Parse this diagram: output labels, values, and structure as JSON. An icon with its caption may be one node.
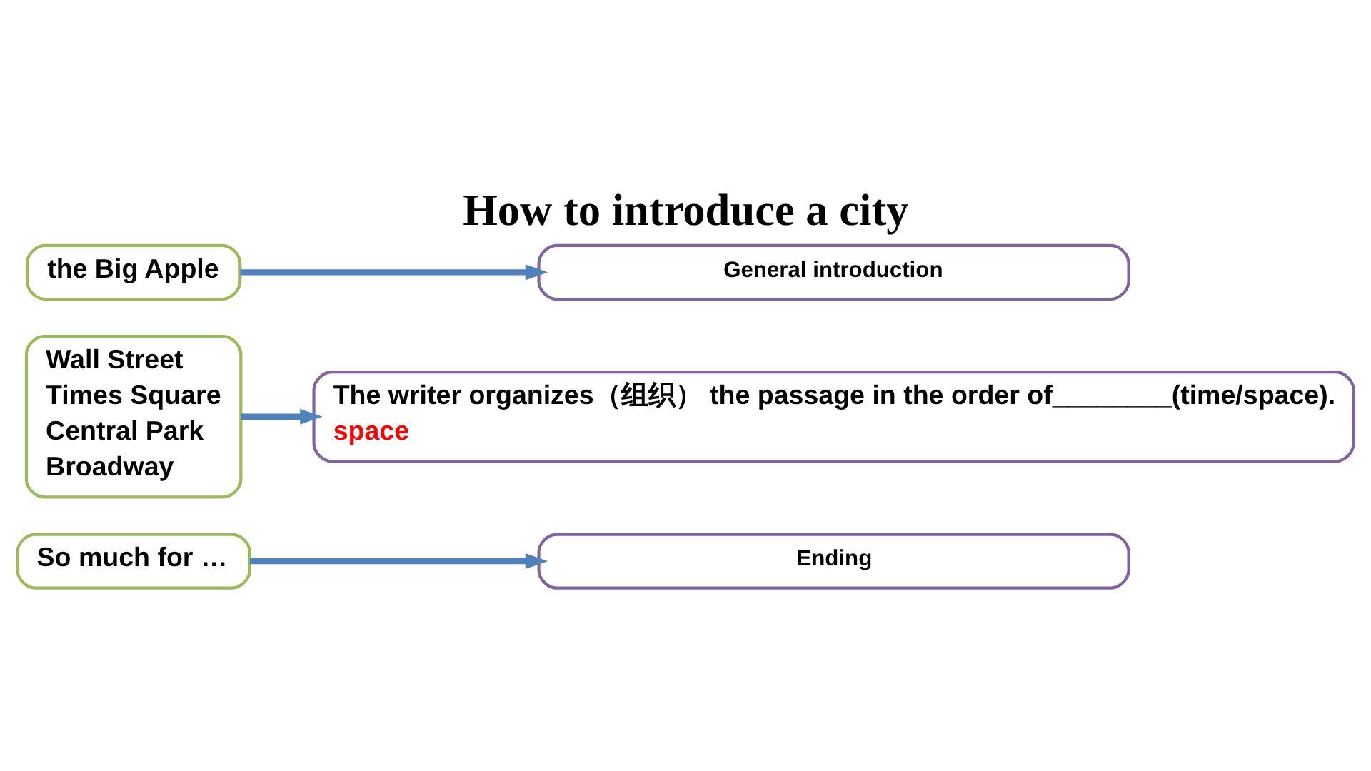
{
  "diagram": {
    "title": "How to introduce a city",
    "nodes": [
      {
        "text": [
          "the Big Apple"
        ]
      },
      {
        "text": [
          "General introduction"
        ]
      },
      {
        "text": [
          "Wall Street",
          "Times Square",
          "Central Park",
          "Broadway"
        ]
      },
      {
        "text": [
          "The writer organizes（组织） the passage in the order of________(time/space).",
          "space"
        ]
      },
      {
        "text": [
          "So much for …"
        ]
      },
      {
        "text": [
          "Ending"
        ]
      }
    ],
    "edges": [
      {
        "from": 0,
        "to": 1,
        "arrow": "to"
      },
      {
        "from": 2,
        "to": 3,
        "arrow": "to"
      },
      {
        "from": 4,
        "to": 5,
        "arrow": "to"
      }
    ]
  }
}
